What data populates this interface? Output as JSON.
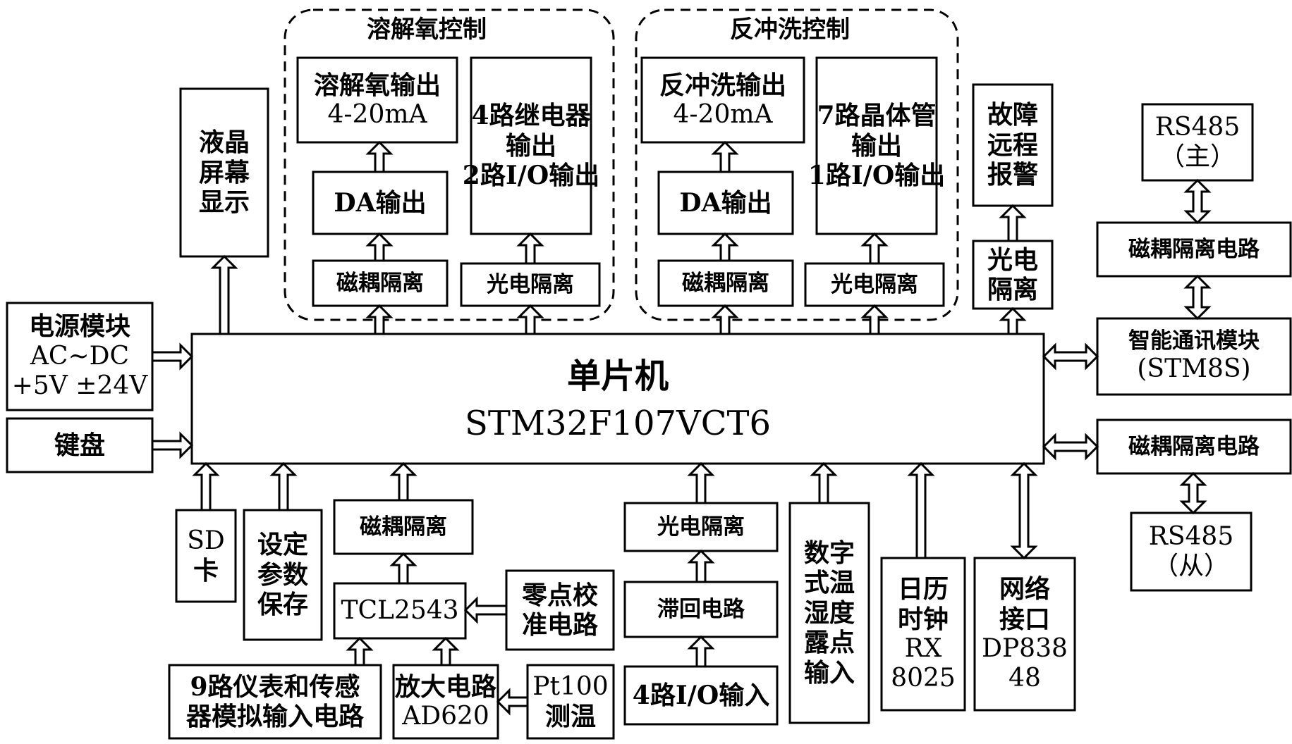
{
  "diagram": {
    "groups": {
      "do_control": "溶解氧控制",
      "backwash_control": "反冲洗控制"
    },
    "mcu": {
      "line1": "单片机",
      "line2": "STM32F107VCT6"
    },
    "boxes": {
      "lcd": [
        "液晶",
        "屏幕",
        "显示"
      ],
      "power": [
        "电源模块",
        "AC~DC",
        "+5V ±24V"
      ],
      "keyboard": [
        "键盘"
      ],
      "do_output": [
        "溶解氧输出",
        "4-20mA"
      ],
      "relay_output": [
        "4路继电器",
        "输出",
        "2路I/O输出"
      ],
      "da_output_1": [
        "DA输出"
      ],
      "mag_iso_1": [
        "磁耦隔离"
      ],
      "opto_iso_1": [
        "光电隔离"
      ],
      "backwash_output": [
        "反冲洗输出",
        "4-20mA"
      ],
      "transistor_output": [
        "7路晶体管",
        "输出",
        "1路I/O输出"
      ],
      "da_output_2": [
        "DA输出"
      ],
      "mag_iso_2": [
        "磁耦隔离"
      ],
      "opto_iso_2": [
        "光电隔离"
      ],
      "fault_alarm": [
        "故障",
        "远程",
        "报警"
      ],
      "opto_iso_3": [
        "光电",
        "隔离"
      ],
      "rs485_master": [
        "RS485",
        "（主）"
      ],
      "mag_iso_circuit_1": [
        "磁耦隔离电路"
      ],
      "comm_module": [
        "智能通讯模块",
        "(STM8S)"
      ],
      "mag_iso_circuit_2": [
        "磁耦隔离电路"
      ],
      "rs485_slave": [
        "RS485",
        "（从）"
      ],
      "sd_card": [
        "SD",
        "卡"
      ],
      "param_save": [
        "设定",
        "参数",
        "保存"
      ],
      "mag_iso_4": [
        "磁耦隔离"
      ],
      "tcl2543": [
        "TCL2543"
      ],
      "zero_cal": [
        "零点校",
        "准电路"
      ],
      "analog_input": [
        "9路仪表和传感",
        "器模拟输入电路"
      ],
      "amplifier": [
        "放大电路",
        "AD620"
      ],
      "pt100": [
        "Pt100",
        "测温"
      ],
      "opto_iso_4": [
        "光电隔离"
      ],
      "hysteresis": [
        "滞回电路"
      ],
      "io_input": [
        "4路I/O输入"
      ],
      "digital_sensor": [
        "数字",
        "式温",
        "湿度",
        "露点",
        "输入"
      ],
      "rtc": [
        "日历",
        "时钟",
        "RX",
        "8025"
      ],
      "network": [
        "网络",
        "接口",
        "DP838",
        "48"
      ]
    }
  }
}
